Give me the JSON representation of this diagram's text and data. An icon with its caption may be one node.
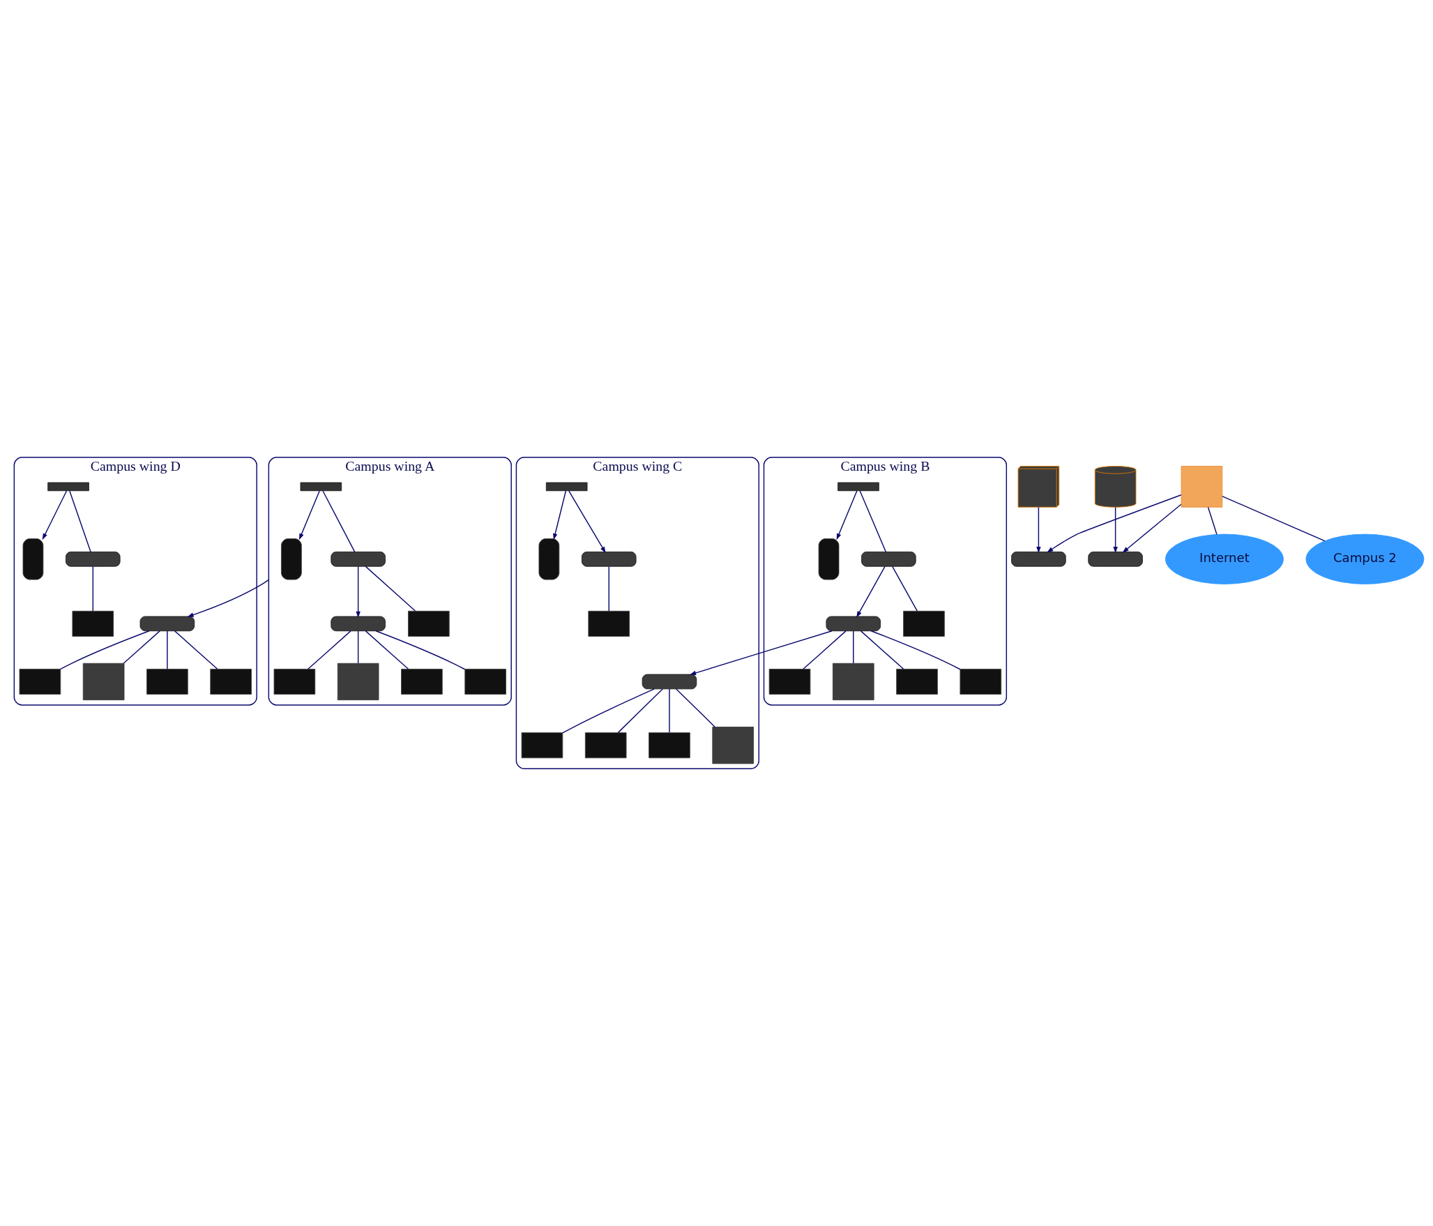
{
  "diagram": {
    "nodes": [
      {
        "text": [
          "Campus wing A"
        ]
      },
      {
        "text": [],
        "shape": "phone",
        "in": 0
      },
      {
        "text": [],
        "shape": "router",
        "in": 0
      },
      {
        "text": [],
        "shape": "switch",
        "in": 0
      },
      {
        "text": [],
        "shape": "switch",
        "in": 0
      },
      {
        "text": [],
        "shape": "computer",
        "in": 0
      },
      {
        "text": [],
        "shape": "computer",
        "in": 0
      },
      {
        "text": [],
        "shape": "computer",
        "in": 0
      },
      {
        "text": [],
        "shape": "computer",
        "in": 0
      },
      {
        "text": [],
        "shape": "printer",
        "in": 0
      },
      {
        "text": [
          "Campus wing B"
        ]
      },
      {
        "text": [],
        "shape": "phone",
        "in": 10
      },
      {
        "text": [],
        "shape": "router",
        "in": 10
      },
      {
        "text": [],
        "shape": "switch",
        "in": 10
      },
      {
        "text": [],
        "shape": "switch",
        "in": 10
      },
      {
        "text": [],
        "shape": "computer",
        "in": 10
      },
      {
        "text": [],
        "shape": "computer",
        "in": 10
      },
      {
        "text": [],
        "shape": "computer",
        "in": 10
      },
      {
        "text": [],
        "shape": "computer",
        "in": 10
      },
      {
        "text": [],
        "shape": "printer",
        "in": 10
      },
      {
        "text": [
          "Campus wing C"
        ]
      },
      {
        "text": [],
        "shape": "phone",
        "in": 20
      },
      {
        "text": [],
        "shape": "router",
        "in": 20
      },
      {
        "text": [],
        "shape": "switch",
        "in": 20
      },
      {
        "text": [],
        "shape": "switch",
        "in": 20
      },
      {
        "text": [],
        "shape": "computer",
        "in": 20
      },
      {
        "text": [],
        "shape": "computer",
        "in": 20
      },
      {
        "text": [],
        "shape": "computer",
        "in": 20
      },
      {
        "text": [],
        "shape": "computer",
        "in": 20
      },
      {
        "text": [],
        "shape": "printer",
        "in": 20
      },
      {
        "text": [
          "Campus wing D"
        ]
      },
      {
        "text": [],
        "shape": "phone",
        "in": 30
      },
      {
        "text": [],
        "shape": "router",
        "in": 30
      },
      {
        "text": [],
        "shape": "switch",
        "in": 30
      },
      {
        "text": [],
        "shape": "switch",
        "in": 30
      },
      {
        "text": [],
        "shape": "computer",
        "in": 30
      },
      {
        "text": [],
        "shape": "computer",
        "in": 30
      },
      {
        "text": [],
        "shape": "computer",
        "in": 30
      },
      {
        "text": [],
        "shape": "computer",
        "in": 30
      },
      {
        "text": [],
        "shape": "printer",
        "in": 30
      },
      {
        "text": [],
        "shape": "switch"
      },
      {
        "text": [],
        "shape": "switch"
      },
      {
        "text": [],
        "shape": "server"
      },
      {
        "text": [
          "Internet"
        ]
      },
      {
        "text": [],
        "shape": "firewall"
      },
      {
        "text": [
          "Campus 2"
        ]
      },
      {
        "text": [],
        "shape": "cylinder"
      }
    ],
    "edges": [
      {
        "from": 2,
        "to": 1,
        "arrow": "to"
      },
      {
        "from": 2,
        "to": 3,
        "arrow": "none"
      },
      {
        "from": 3,
        "to": 4,
        "arrow": "to"
      },
      {
        "from": 3,
        "to": 5,
        "arrow": "none"
      },
      {
        "from": 4,
        "to": 6,
        "arrow": "none"
      },
      {
        "from": 4,
        "to": 7,
        "arrow": "none"
      },
      {
        "from": 4,
        "to": 8,
        "arrow": "none"
      },
      {
        "from": 4,
        "to": 9,
        "arrow": "none"
      },
      {
        "from": 12,
        "to": 11,
        "arrow": "to"
      },
      {
        "from": 12,
        "to": 13,
        "arrow": "none"
      },
      {
        "from": 13,
        "to": 14,
        "arrow": "to"
      },
      {
        "from": 13,
        "to": 15,
        "arrow": "none"
      },
      {
        "from": 14,
        "to": 16,
        "arrow": "none"
      },
      {
        "from": 14,
        "to": 17,
        "arrow": "none"
      },
      {
        "from": 14,
        "to": 18,
        "arrow": "none"
      },
      {
        "from": 14,
        "to": 19,
        "arrow": "none"
      },
      {
        "from": 22,
        "to": 21,
        "arrow": "to"
      },
      {
        "from": 22,
        "to": 23,
        "arrow": "to"
      },
      {
        "from": 23,
        "to": 25,
        "arrow": "none"
      },
      {
        "from": 24,
        "to": 26,
        "arrow": "none"
      },
      {
        "from": 24,
        "to": 27,
        "arrow": "none"
      },
      {
        "from": 24,
        "to": 28,
        "arrow": "none"
      },
      {
        "from": 24,
        "to": 29,
        "arrow": "none"
      },
      {
        "from": 32,
        "to": 31,
        "arrow": "to"
      },
      {
        "from": 32,
        "to": 33,
        "arrow": "none"
      },
      {
        "from": 33,
        "to": 35,
        "arrow": "none"
      },
      {
        "from": 34,
        "to": 36,
        "arrow": "none"
      },
      {
        "from": 34,
        "to": 37,
        "arrow": "none"
      },
      {
        "from": 34,
        "to": 38,
        "arrow": "none"
      },
      {
        "from": 34,
        "to": 39,
        "arrow": "none"
      },
      {
        "from": 0,
        "to": 34,
        "arrow": "to"
      },
      {
        "from": 14,
        "to": 24,
        "arrow": "to"
      },
      {
        "from": 42,
        "to": 40,
        "arrow": "to"
      },
      {
        "from": 44,
        "to": 40,
        "arrow": "to"
      },
      {
        "from": 44,
        "to": 41,
        "arrow": "to"
      },
      {
        "from": 46,
        "to": 41,
        "arrow": "to"
      },
      {
        "from": 44,
        "to": 43,
        "arrow": "none"
      },
      {
        "from": 44,
        "to": 45,
        "arrow": "none"
      }
    ]
  }
}
